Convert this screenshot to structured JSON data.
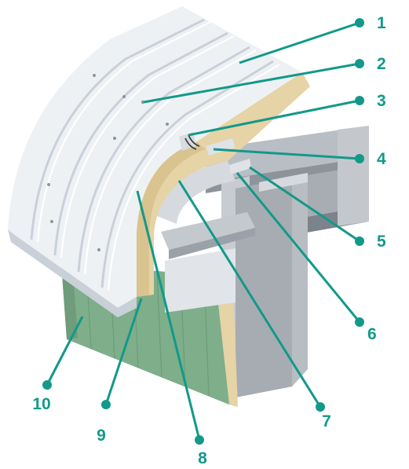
{
  "colors": {
    "callout": "#12998a",
    "roof_sheet": "#eef1f4",
    "roof_shadow": "#c9d0d8",
    "insulation": "#e6d3a6",
    "wall_panel": "#7fae8a",
    "steel": "#9aa1a8",
    "steel_dark": "#6e747b"
  },
  "callouts": [
    {
      "id": "1",
      "label": "1"
    },
    {
      "id": "2",
      "label": "2"
    },
    {
      "id": "3",
      "label": "3"
    },
    {
      "id": "4",
      "label": "4"
    },
    {
      "id": "5",
      "label": "5"
    },
    {
      "id": "6",
      "label": "6"
    },
    {
      "id": "7",
      "label": "7"
    },
    {
      "id": "8",
      "label": "8"
    },
    {
      "id": "9",
      "label": "9"
    },
    {
      "id": "10",
      "label": "10"
    }
  ]
}
